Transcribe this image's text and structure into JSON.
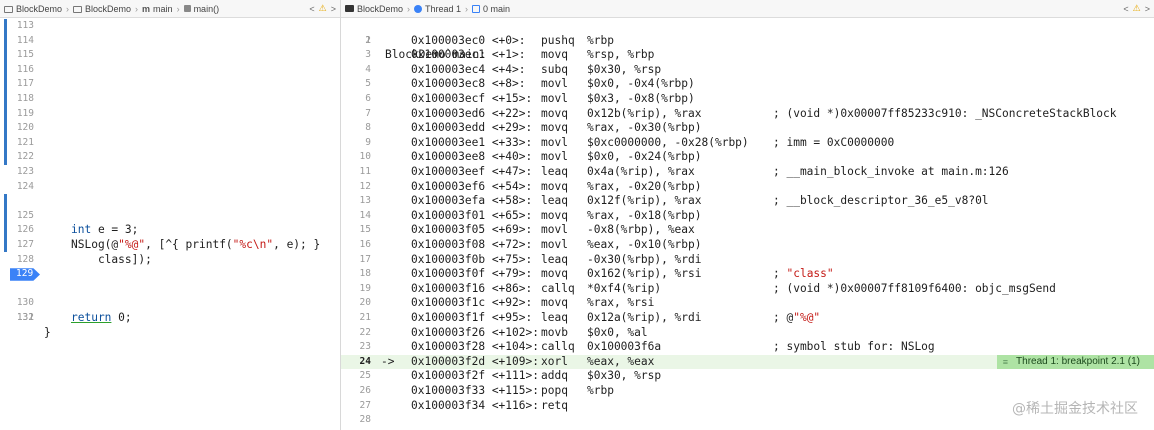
{
  "left_jumpbar": {
    "crumbs": [
      {
        "label": "BlockDemo",
        "icon": "project-folder-icon"
      },
      {
        "label": "BlockDemo",
        "icon": "group-folder-icon"
      },
      {
        "label": "main",
        "icon": "m-file-icon"
      },
      {
        "label": "main()",
        "icon": "function-icon"
      }
    ],
    "nav_prev": "<",
    "warning": "⚠",
    "nav_next": ">"
  },
  "right_jumpbar": {
    "crumbs": [
      {
        "label": "BlockDemo",
        "icon": "terminal-icon"
      },
      {
        "label": "Thread 1",
        "icon": "thread-icon"
      },
      {
        "label": "0 main",
        "icon": "stack-frame-icon"
      }
    ],
    "nav_prev": "<",
    "warning": "⚠",
    "nav_next": ">"
  },
  "source": {
    "breakpoint_line": "129",
    "lines": [
      {
        "n": "113"
      },
      {
        "n": "114"
      },
      {
        "n": "115"
      },
      {
        "n": "116"
      },
      {
        "n": "117"
      },
      {
        "n": "118"
      },
      {
        "n": "119"
      },
      {
        "n": "120"
      },
      {
        "n": "121"
      },
      {
        "n": "122"
      },
      {
        "n": "123"
      },
      {
        "n": "124"
      },
      {
        "n": "125",
        "kw": "int",
        "rest": " e = 3;"
      },
      {
        "n": "126",
        "a": "NSLog(@",
        "s1": "\"%@\"",
        "b": ", [^{ printf(",
        "s2": "\"%c\\n\"",
        "c": ", e); }"
      },
      {
        "n": "",
        "a": "    class]);"
      },
      {
        "n": "127"
      },
      {
        "n": "128"
      },
      {
        "n": "129"
      },
      {
        "n": "130",
        "kw": "return",
        "rest": " 0;"
      },
      {
        "n": "131",
        "a": "}"
      },
      {
        "n": "132"
      }
    ]
  },
  "disasm": {
    "title": "BlockDemo`main:",
    "current_line": "24",
    "current_arrow": "->",
    "badge": "Thread 1: breakpoint 2.1 (1)",
    "badge_handle": "≡",
    "rows": [
      {
        "n": "2",
        "addr": "0x100003ec0 <+0>:",
        "mnem": "pushq",
        "ops": "%rbp",
        "cmt": ""
      },
      {
        "n": "3",
        "addr": "0x100003ec1 <+1>:",
        "mnem": "movq",
        "ops": "%rsp, %rbp",
        "cmt": ""
      },
      {
        "n": "4",
        "addr": "0x100003ec4 <+4>:",
        "mnem": "subq",
        "ops": "$0x30, %rsp",
        "cmt": ""
      },
      {
        "n": "5",
        "addr": "0x100003ec8 <+8>:",
        "mnem": "movl",
        "ops": "$0x0, -0x4(%rbp)",
        "cmt": ""
      },
      {
        "n": "6",
        "addr": "0x100003ecf <+15>:",
        "mnem": "movl",
        "ops": "$0x3, -0x8(%rbp)",
        "cmt": ""
      },
      {
        "n": "7",
        "addr": "0x100003ed6 <+22>:",
        "mnem": "movq",
        "ops": "0x12b(%rip), %rax",
        "cmt": "; (void *)0x00007ff85233c910: _NSConcreteStackBlock"
      },
      {
        "n": "8",
        "addr": "0x100003edd <+29>:",
        "mnem": "movq",
        "ops": "%rax, -0x30(%rbp)",
        "cmt": ""
      },
      {
        "n": "9",
        "addr": "0x100003ee1 <+33>:",
        "mnem": "movl",
        "ops": "$0xc0000000, -0x28(%rbp)",
        "cmt": "; imm = 0xC0000000"
      },
      {
        "n": "10",
        "addr": "0x100003ee8 <+40>:",
        "mnem": "movl",
        "ops": "$0x0, -0x24(%rbp)",
        "cmt": ""
      },
      {
        "n": "11",
        "addr": "0x100003eef <+47>:",
        "mnem": "leaq",
        "ops": "0x4a(%rip), %rax",
        "cmt": "; __main_block_invoke at main.m:126"
      },
      {
        "n": "12",
        "addr": "0x100003ef6 <+54>:",
        "mnem": "movq",
        "ops": "%rax, -0x20(%rbp)",
        "cmt": ""
      },
      {
        "n": "13",
        "addr": "0x100003efa <+58>:",
        "mnem": "leaq",
        "ops": "0x12f(%rip), %rax",
        "cmt": "; __block_descriptor_36_e5_v8?0l"
      },
      {
        "n": "14",
        "addr": "0x100003f01 <+65>:",
        "mnem": "movq",
        "ops": "%rax, -0x18(%rbp)",
        "cmt": ""
      },
      {
        "n": "15",
        "addr": "0x100003f05 <+69>:",
        "mnem": "movl",
        "ops": "-0x8(%rbp), %eax",
        "cmt": ""
      },
      {
        "n": "16",
        "addr": "0x100003f08 <+72>:",
        "mnem": "movl",
        "ops": "%eax, -0x10(%rbp)",
        "cmt": ""
      },
      {
        "n": "17",
        "addr": "0x100003f0b <+75>:",
        "mnem": "leaq",
        "ops": "-0x30(%rbp), %rdi",
        "cmt": ""
      },
      {
        "n": "18",
        "addr": "0x100003f0f <+79>:",
        "mnem": "movq",
        "ops": "0x162(%rip), %rsi",
        "cmt_pre": "; ",
        "cmt_str": "\"class\""
      },
      {
        "n": "19",
        "addr": "0x100003f16 <+86>:",
        "mnem": "callq",
        "ops": "*0xf4(%rip)",
        "cmt": "; (void *)0x00007ff8109f6400: objc_msgSend"
      },
      {
        "n": "20",
        "addr": "0x100003f1c <+92>:",
        "mnem": "movq",
        "ops": "%rax, %rsi",
        "cmt": ""
      },
      {
        "n": "21",
        "addr": "0x100003f1f <+95>:",
        "mnem": "leaq",
        "ops": "0x12a(%rip), %rdi",
        "cmt_pre": "; @",
        "cmt_str": "\"%@\""
      },
      {
        "n": "22",
        "addr": "0x100003f26 <+102>:",
        "mnem": "movb",
        "ops": "$0x0, %al",
        "cmt": ""
      },
      {
        "n": "23",
        "addr": "0x100003f28 <+104>:",
        "mnem": "callq",
        "ops": "0x100003f6a",
        "cmt": "; symbol stub for: NSLog"
      },
      {
        "n": "24",
        "addr": "0x100003f2d <+109>:",
        "mnem": "xorl",
        "ops": "%eax, %eax",
        "cmt": ""
      },
      {
        "n": "25",
        "addr": "0x100003f2f <+111>:",
        "mnem": "addq",
        "ops": "$0x30, %rsp",
        "cmt": ""
      },
      {
        "n": "26",
        "addr": "0x100003f33 <+115>:",
        "mnem": "popq",
        "ops": "%rbp",
        "cmt": ""
      },
      {
        "n": "27",
        "addr": "0x100003f34 <+116>:",
        "mnem": "retq",
        "ops": "",
        "cmt": ""
      },
      {
        "n": "28",
        "addr": "",
        "mnem": "",
        "ops": "",
        "cmt": ""
      }
    ]
  },
  "watermark": "@稀土掘金技术社区"
}
